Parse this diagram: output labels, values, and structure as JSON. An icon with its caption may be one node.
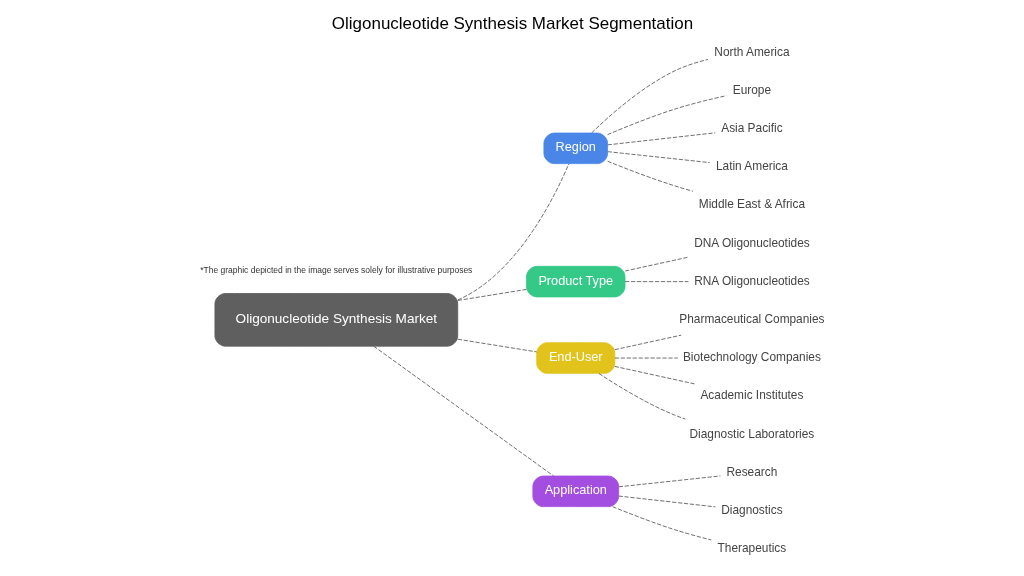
{
  "diagram": {
    "title": "Oligonucleotide Synthesis Market Segmentation",
    "nodes": [
      {
        "text": [
          "Oligonucleotide Synthesis Market"
        ]
      },
      {
        "text": [
          "Region"
        ]
      },
      {
        "text": [
          "North America"
        ]
      },
      {
        "text": [
          "Europe"
        ]
      },
      {
        "text": [
          "Asia Pacific"
        ]
      },
      {
        "text": [
          "Latin America"
        ]
      },
      {
        "text": [
          "Middle East & Africa"
        ]
      },
      {
        "text": [
          "Product Type"
        ]
      },
      {
        "text": [
          "DNA Oligonucleotides"
        ]
      },
      {
        "text": [
          "RNA Oligonucleotides"
        ]
      },
      {
        "text": [
          "End-User"
        ]
      },
      {
        "text": [
          "Pharmaceutical Companies"
        ]
      },
      {
        "text": [
          "Biotechnology Companies"
        ]
      },
      {
        "text": [
          "Academic Institutes"
        ]
      },
      {
        "text": [
          "Diagnostic Laboratories"
        ]
      },
      {
        "text": [
          "Application"
        ]
      },
      {
        "text": [
          "Research"
        ]
      },
      {
        "text": [
          "Diagnostics"
        ]
      },
      {
        "text": [
          "Therapeutics"
        ]
      }
    ],
    "edges": [
      {
        "from": 0,
        "to": 1,
        "arrow": "none",
        "style": "dashed"
      },
      {
        "from": 1,
        "to": 2,
        "arrow": "none",
        "style": "dashed"
      },
      {
        "from": 1,
        "to": 3,
        "arrow": "none",
        "style": "dashed"
      },
      {
        "from": 1,
        "to": 4,
        "arrow": "none",
        "style": "dashed"
      },
      {
        "from": 1,
        "to": 5,
        "arrow": "none",
        "style": "dashed"
      },
      {
        "from": 1,
        "to": 6,
        "arrow": "none",
        "style": "dashed"
      },
      {
        "from": 0,
        "to": 7,
        "arrow": "none",
        "style": "dashed"
      },
      {
        "from": 7,
        "to": 8,
        "arrow": "none",
        "style": "dashed"
      },
      {
        "from": 7,
        "to": 9,
        "arrow": "none",
        "style": "dashed"
      },
      {
        "from": 0,
        "to": 10,
        "arrow": "none",
        "style": "dashed"
      },
      {
        "from": 10,
        "to": 11,
        "arrow": "none",
        "style": "dashed"
      },
      {
        "from": 10,
        "to": 12,
        "arrow": "none",
        "style": "dashed"
      },
      {
        "from": 10,
        "to": 13,
        "arrow": "none",
        "style": "dashed"
      },
      {
        "from": 10,
        "to": 14,
        "arrow": "none",
        "style": "dashed"
      },
      {
        "from": 0,
        "to": 15,
        "arrow": "none",
        "style": "dashed"
      },
      {
        "from": 15,
        "to": 16,
        "arrow": "none",
        "style": "dashed"
      },
      {
        "from": 15,
        "to": 17,
        "arrow": "none",
        "style": "dashed"
      },
      {
        "from": 15,
        "to": 18,
        "arrow": "none",
        "style": "dashed"
      }
    ],
    "labels": [
      "*The graphic depicted in the image serves solely for illustrative purposes"
    ]
  }
}
